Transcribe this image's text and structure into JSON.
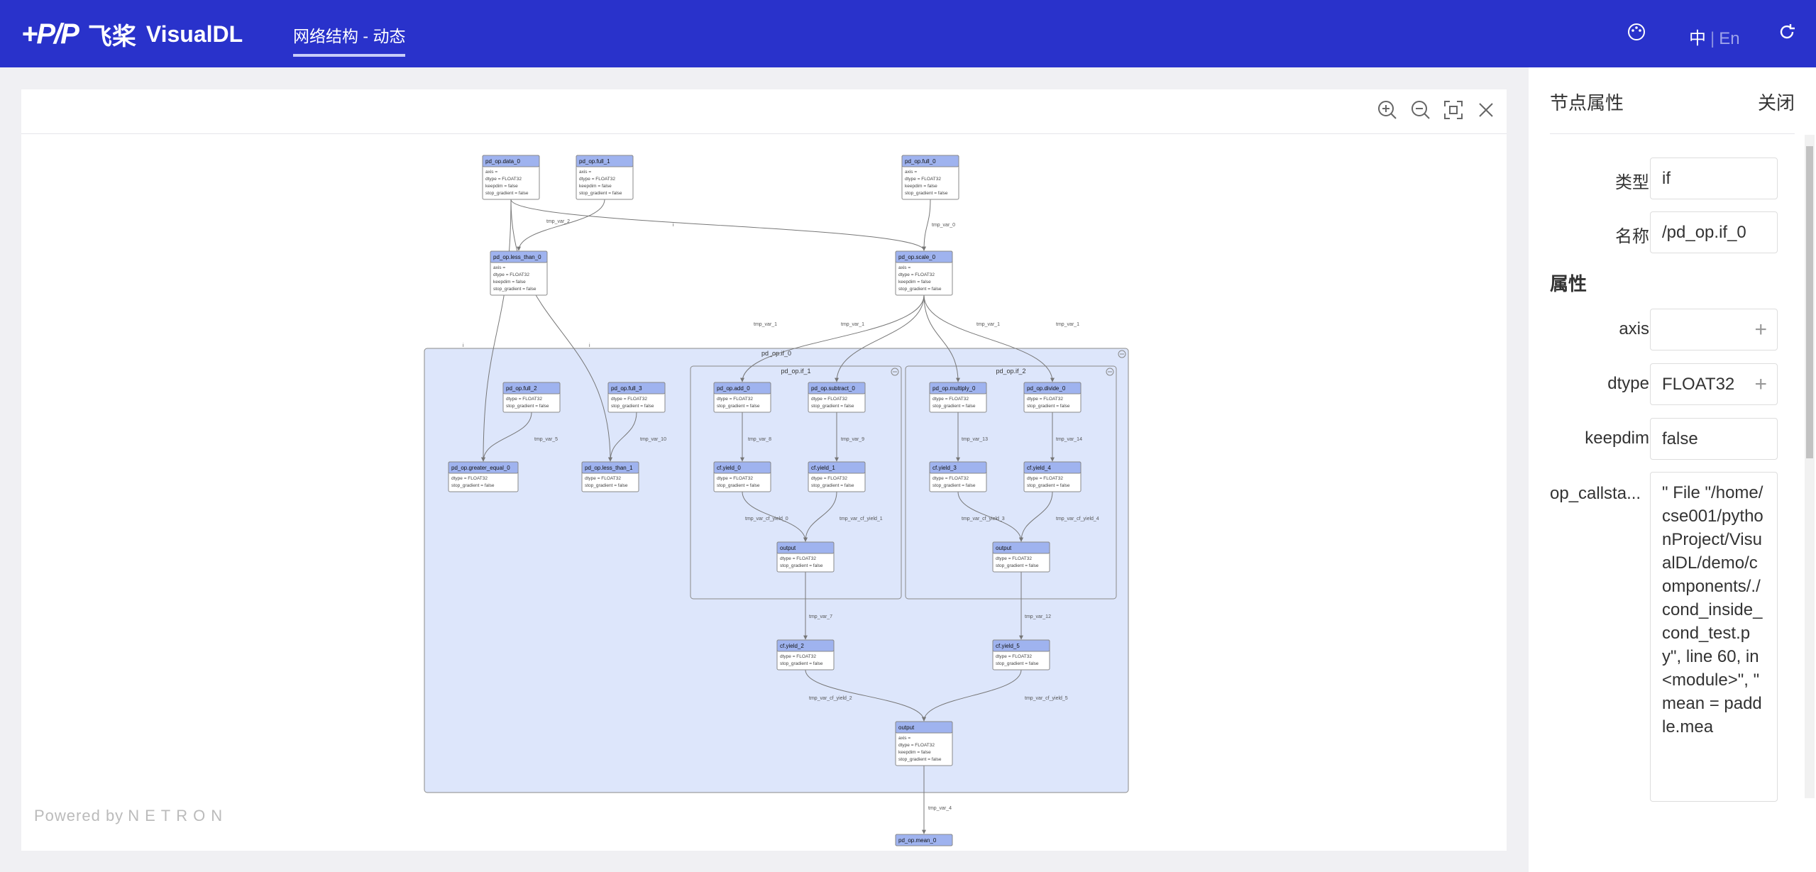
{
  "header": {
    "logo_mark": "飞桨",
    "brand": "VisualDL",
    "active_tab": "网络结构 - 动态",
    "lang_zh": "中",
    "lang_en": "En"
  },
  "footer": {
    "powered_by": "Powered by",
    "netron": "NETRON"
  },
  "panel": {
    "title": "节点属性",
    "close": "关闭",
    "type_label": "类型",
    "type_value": "if",
    "name_label": "名称",
    "name_value": "/pd_op.if_0",
    "section": "属性",
    "attrs": [
      {
        "label": "axis",
        "value": "",
        "expandable": true
      },
      {
        "label": "dtype",
        "value": "FLOAT32",
        "expandable": true
      },
      {
        "label": "keepdim",
        "value": "false",
        "expandable": false
      }
    ],
    "callstack_label": "op_callsta...",
    "callstack_value": "\" File \"/home/cse001/pythonProject/VisualDL/demo/components/./cond_inside_cond_test.py\", line 60, in <module>\", \" mean = paddle.mea"
  },
  "graph": {
    "groups": [
      {
        "id": "g0",
        "title": "pd_op.if_0"
      },
      {
        "id": "g1",
        "title": "pd_op.if_1"
      },
      {
        "id": "g2",
        "title": "pd_op.if_2"
      }
    ],
    "nodes": [
      {
        "id": "data0",
        "title": "pd_op.data_0",
        "attrs": [
          "axis =",
          "dtype = FLOAT32",
          "keepdim = false",
          "stop_gradient = false"
        ]
      },
      {
        "id": "full1",
        "title": "pd_op.full_1",
        "attrs": [
          "axis =",
          "dtype = FLOAT32",
          "keepdim = false",
          "stop_gradient = false"
        ]
      },
      {
        "id": "full0",
        "title": "pd_op.full_0",
        "attrs": [
          "axis =",
          "dtype = FLOAT32",
          "keepdim = false",
          "stop_gradient = false"
        ]
      },
      {
        "id": "lt0",
        "title": "pd_op.less_than_0",
        "attrs": [
          "axis =",
          "dtype = FLOAT32",
          "keepdim = false",
          "stop_gradient = false"
        ]
      },
      {
        "id": "scale0",
        "title": "pd_op.scale_0",
        "attrs": [
          "axis =",
          "dtype = FLOAT32",
          "keepdim = false",
          "stop_gradient = false"
        ]
      },
      {
        "id": "full2",
        "title": "pd_op.full_2",
        "attrs": [
          "dtype = FLOAT32",
          "stop_gradient = false"
        ]
      },
      {
        "id": "full3",
        "title": "pd_op.full_3",
        "attrs": [
          "dtype = FLOAT32",
          "stop_gradient = false"
        ]
      },
      {
        "id": "ge0",
        "title": "pd_op.greater_equal_0",
        "attrs": [
          "dtype = FLOAT32",
          "stop_gradient = false"
        ]
      },
      {
        "id": "lt1",
        "title": "pd_op.less_than_1",
        "attrs": [
          "dtype = FLOAT32",
          "stop_gradient = false"
        ]
      },
      {
        "id": "add0",
        "title": "pd_op.add_0",
        "attrs": [
          "dtype = FLOAT32",
          "stop_gradient = false"
        ]
      },
      {
        "id": "sub0",
        "title": "pd_op.subtract_0",
        "attrs": [
          "dtype = FLOAT32",
          "stop_gradient = false"
        ]
      },
      {
        "id": "mul0",
        "title": "pd_op.multiply_0",
        "attrs": [
          "dtype = FLOAT32",
          "stop_gradient = false"
        ]
      },
      {
        "id": "div0",
        "title": "pd_op.divide_0",
        "attrs": [
          "dtype = FLOAT32",
          "stop_gradient = false"
        ]
      },
      {
        "id": "y0",
        "title": "cf.yield_0",
        "attrs": [
          "dtype = FLOAT32",
          "stop_gradient = false"
        ]
      },
      {
        "id": "y1",
        "title": "cf.yield_1",
        "attrs": [
          "dtype = FLOAT32",
          "stop_gradient = false"
        ]
      },
      {
        "id": "y3",
        "title": "cf.yield_3",
        "attrs": [
          "dtype = FLOAT32",
          "stop_gradient = false"
        ]
      },
      {
        "id": "y4",
        "title": "cf.yield_4",
        "attrs": [
          "dtype = FLOAT32",
          "stop_gradient = false"
        ]
      },
      {
        "id": "out1",
        "title": "output",
        "attrs": [
          "dtype = FLOAT32",
          "stop_gradient = false"
        ]
      },
      {
        "id": "out2",
        "title": "output",
        "attrs": [
          "dtype = FLOAT32",
          "stop_gradient = false"
        ]
      },
      {
        "id": "y2",
        "title": "cf.yield_2",
        "attrs": [
          "dtype = FLOAT32",
          "stop_gradient = false"
        ]
      },
      {
        "id": "y5",
        "title": "cf.yield_5",
        "attrs": [
          "dtype = FLOAT32",
          "stop_gradient = false"
        ]
      },
      {
        "id": "out0",
        "title": "output",
        "attrs": [
          "axis =",
          "dtype = FLOAT32",
          "keepdim = false",
          "stop_gradient = false"
        ]
      },
      {
        "id": "mean0",
        "title": "pd_op.mean_0",
        "attrs": []
      }
    ],
    "edges": [
      {
        "id": "e1",
        "label": "tmp_var_2"
      },
      {
        "id": "e2",
        "label": "i"
      },
      {
        "id": "e3",
        "label": "tmp_var_0"
      },
      {
        "id": "e4",
        "label": "i"
      },
      {
        "id": "e5",
        "label": "i"
      },
      {
        "id": "e6",
        "label": "tmp_var_1"
      },
      {
        "id": "e7",
        "label": "tmp_var_1"
      },
      {
        "id": "e8",
        "label": "tmp_var_1"
      },
      {
        "id": "e9",
        "label": "tmp_var_1"
      },
      {
        "id": "e10",
        "label": "tmp_var_5"
      },
      {
        "id": "e11",
        "label": "tmp_var_10"
      },
      {
        "id": "e12",
        "label": "tmp_var_8"
      },
      {
        "id": "e13",
        "label": "tmp_var_9"
      },
      {
        "id": "e14",
        "label": "tmp_var_13"
      },
      {
        "id": "e15",
        "label": "tmp_var_14"
      },
      {
        "id": "e16",
        "label": "tmp_var_cf_yield_0"
      },
      {
        "id": "e17",
        "label": "tmp_var_cf_yield_1"
      },
      {
        "id": "e18",
        "label": "tmp_var_cf_yield_3"
      },
      {
        "id": "e19",
        "label": "tmp_var_cf_yield_4"
      },
      {
        "id": "e20",
        "label": "tmp_var_7"
      },
      {
        "id": "e21",
        "label": "tmp_var_12"
      },
      {
        "id": "e22",
        "label": "tmp_var_cf_yield_2"
      },
      {
        "id": "e23",
        "label": "tmp_var_cf_yield_5"
      },
      {
        "id": "e24",
        "label": "tmp_var_4"
      }
    ]
  }
}
